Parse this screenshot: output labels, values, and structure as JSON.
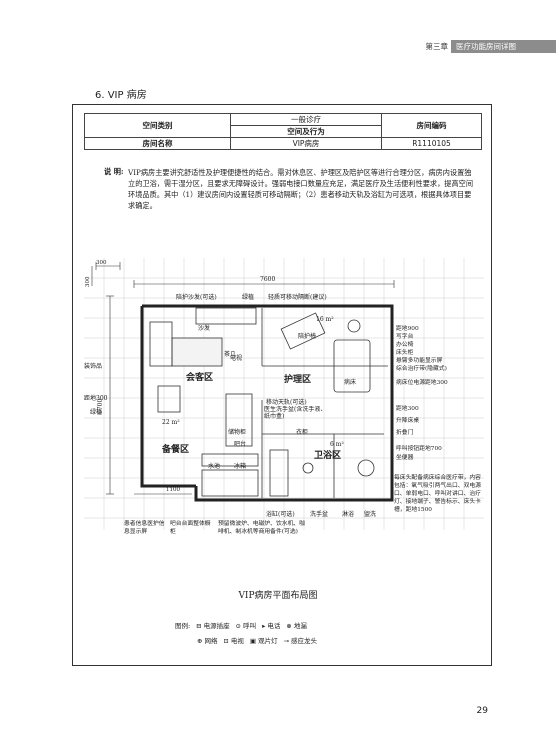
{
  "header": {
    "chapter": "第三章",
    "section": "医疗功能房间详图"
  },
  "section_title": "6. VIP 病房",
  "info_table": {
    "space_category_label": "空间类别",
    "space_category_value": "一般诊疗",
    "space_behavior_label": "空间及行为",
    "room_code_label": "房间编码",
    "room_name_label": "房间名称",
    "room_name_value": "VIP病房",
    "room_code_value": "R1110105"
  },
  "description": {
    "label": "说 明:",
    "text": "VIP病房主要讲究舒适性及护理便捷性的结合。需对休息区、护理区及陪护区等进行合理分区，病房内设置独立的卫浴，需干湿分区，且要求无障碍设计。强弱电接口数量应充足，满足医疗及生活便利性要求，提高空间环境品质。其中（1）建议房间内设置轻质可移动隔断；（2）患者移动天轨及浴缸为可选项，根据具体项目要求确定。"
  },
  "plan": {
    "dims": {
      "top_small": "300",
      "side_small": "300",
      "width": "7600",
      "height": "6700",
      "bottom": "1100"
    },
    "top_labels": {
      "sofa_bed": "陪护沙发(可选)",
      "green": "绿植",
      "partition": "轻质可移动隔断(建议)"
    },
    "areas": {
      "a1": "16 m²",
      "a2": "22 m²",
      "a3": "6 m²"
    },
    "zones": {
      "reception": "会客区",
      "nursing": "护理区",
      "dining": "备餐区",
      "bath": "卫浴区"
    },
    "inner_labels": {
      "sofa": "沙发",
      "tea_table": "茶几",
      "tv": "电视",
      "escort_chair": "陪护椅",
      "bed": "病床",
      "lift_track": "移动天轨(可选)",
      "washbasin": "医生洗手盆(含洗手液、纸巾盒)",
      "clothes": "衣柜",
      "storage": "储物柜",
      "bar": "吧台",
      "sink": "水池",
      "fridge": "冰箱"
    },
    "left_labels": {
      "decor": "装饰品",
      "dist300": "距地300",
      "green": "绿植"
    },
    "right_labels": [
      "距地900",
      "写字台",
      "办公椅",
      "床头柜",
      "悬臂多功能显示屏",
      "综合治疗带(隐藏式)",
      "病床位电源距地300",
      "距地300",
      "升降床桌",
      "折叠门",
      "呼叫按钮距地700",
      "坐便器"
    ],
    "right_note": "每床头配备病床综合医疗带，内容包括：氧气吸引两气出口、双电源口、单弱电口、呼叫对讲口、治疗灯、接地端子、警告标示、床头卡槽，距地1500",
    "bottom_labels": {
      "patient_info": "患者信息医护信息显示屏",
      "bar_storage": "吧台台面整体橱柜",
      "appliances": "预留微波炉、电磁炉、饮水机、咖啡机、制冰机等商用备件(可选)",
      "bathtub": "浴缸(可选)",
      "washbasin2": "洗手盆",
      "shower": "淋浴",
      "basin3": "盥洗"
    }
  },
  "caption": "VIP病房平面布局图",
  "legend": {
    "title": "图例:",
    "power": "电源插座",
    "call": "呼叫",
    "phone": "电话",
    "floor_drain": "地漏",
    "network": "网络",
    "tv": "电视",
    "film_light": "观片灯",
    "faucet": "感应龙头"
  },
  "page_number": "29"
}
